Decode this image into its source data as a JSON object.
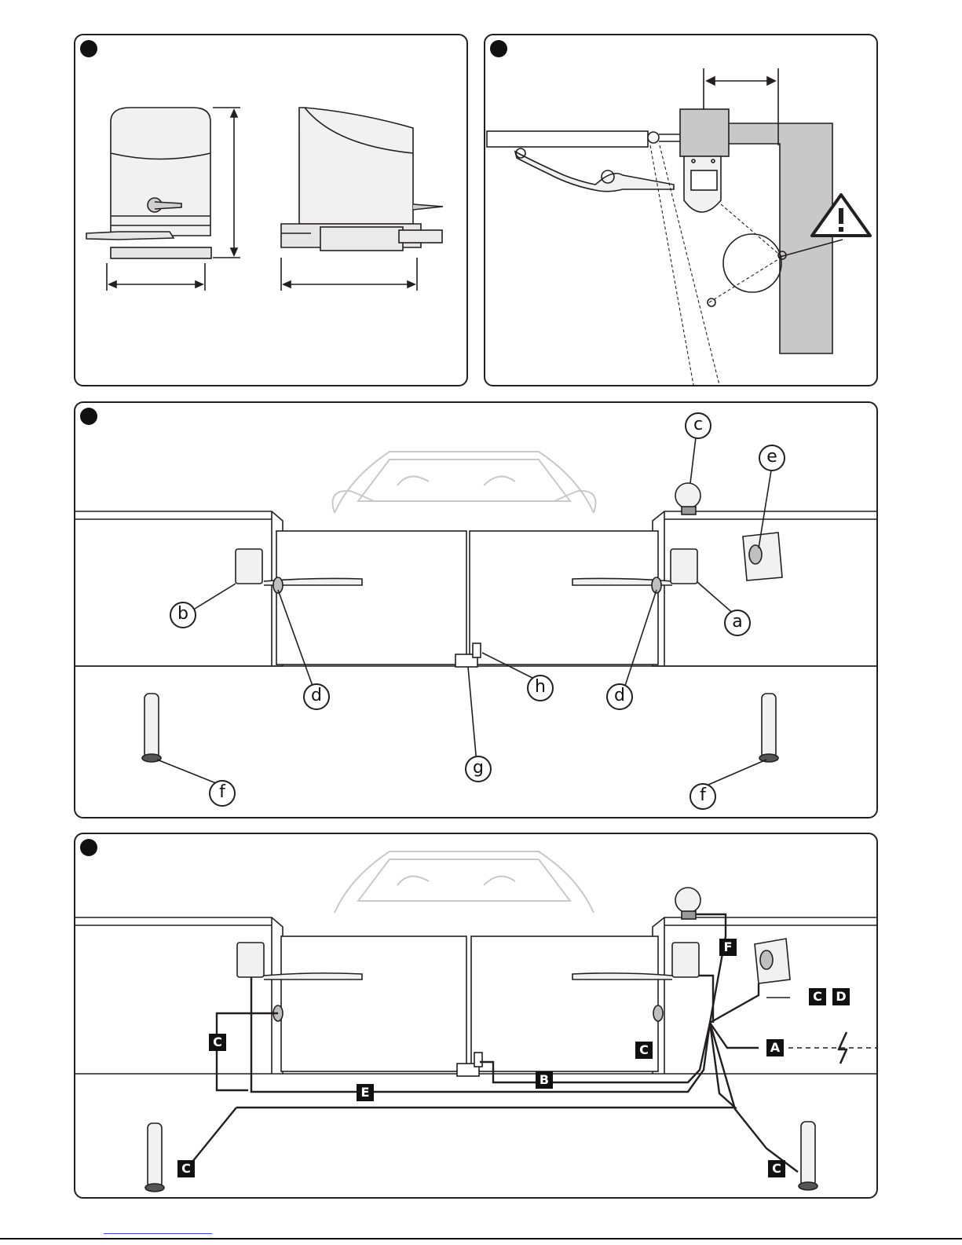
{
  "panels": [
    {
      "id": "panel-1",
      "number": ""
    },
    {
      "id": "panel-2",
      "number": ""
    },
    {
      "id": "panel-3",
      "number": ""
    },
    {
      "id": "panel-4",
      "number": ""
    }
  ],
  "panel3_labels": {
    "a": "a",
    "b": "b",
    "c": "c",
    "d_left": "d",
    "d_right": "d",
    "e": "e",
    "f_left": "f",
    "f_right": "f",
    "g": "g",
    "h": "h"
  },
  "panel4_labels": {
    "A": "A",
    "B": "B",
    "C_left": "C",
    "C_mid": "C",
    "C_right": "C",
    "C_bottom_left": "C",
    "C_bottom_right": "C",
    "D": "D",
    "E": "E",
    "F": "F"
  },
  "icons": [
    "warning-icon",
    "lightning-icon"
  ],
  "colors": {
    "line": "#231f20",
    "wall_fill": "#c8c8c8",
    "car_outline": "#c9c9c9",
    "label_bg": "#111111"
  }
}
